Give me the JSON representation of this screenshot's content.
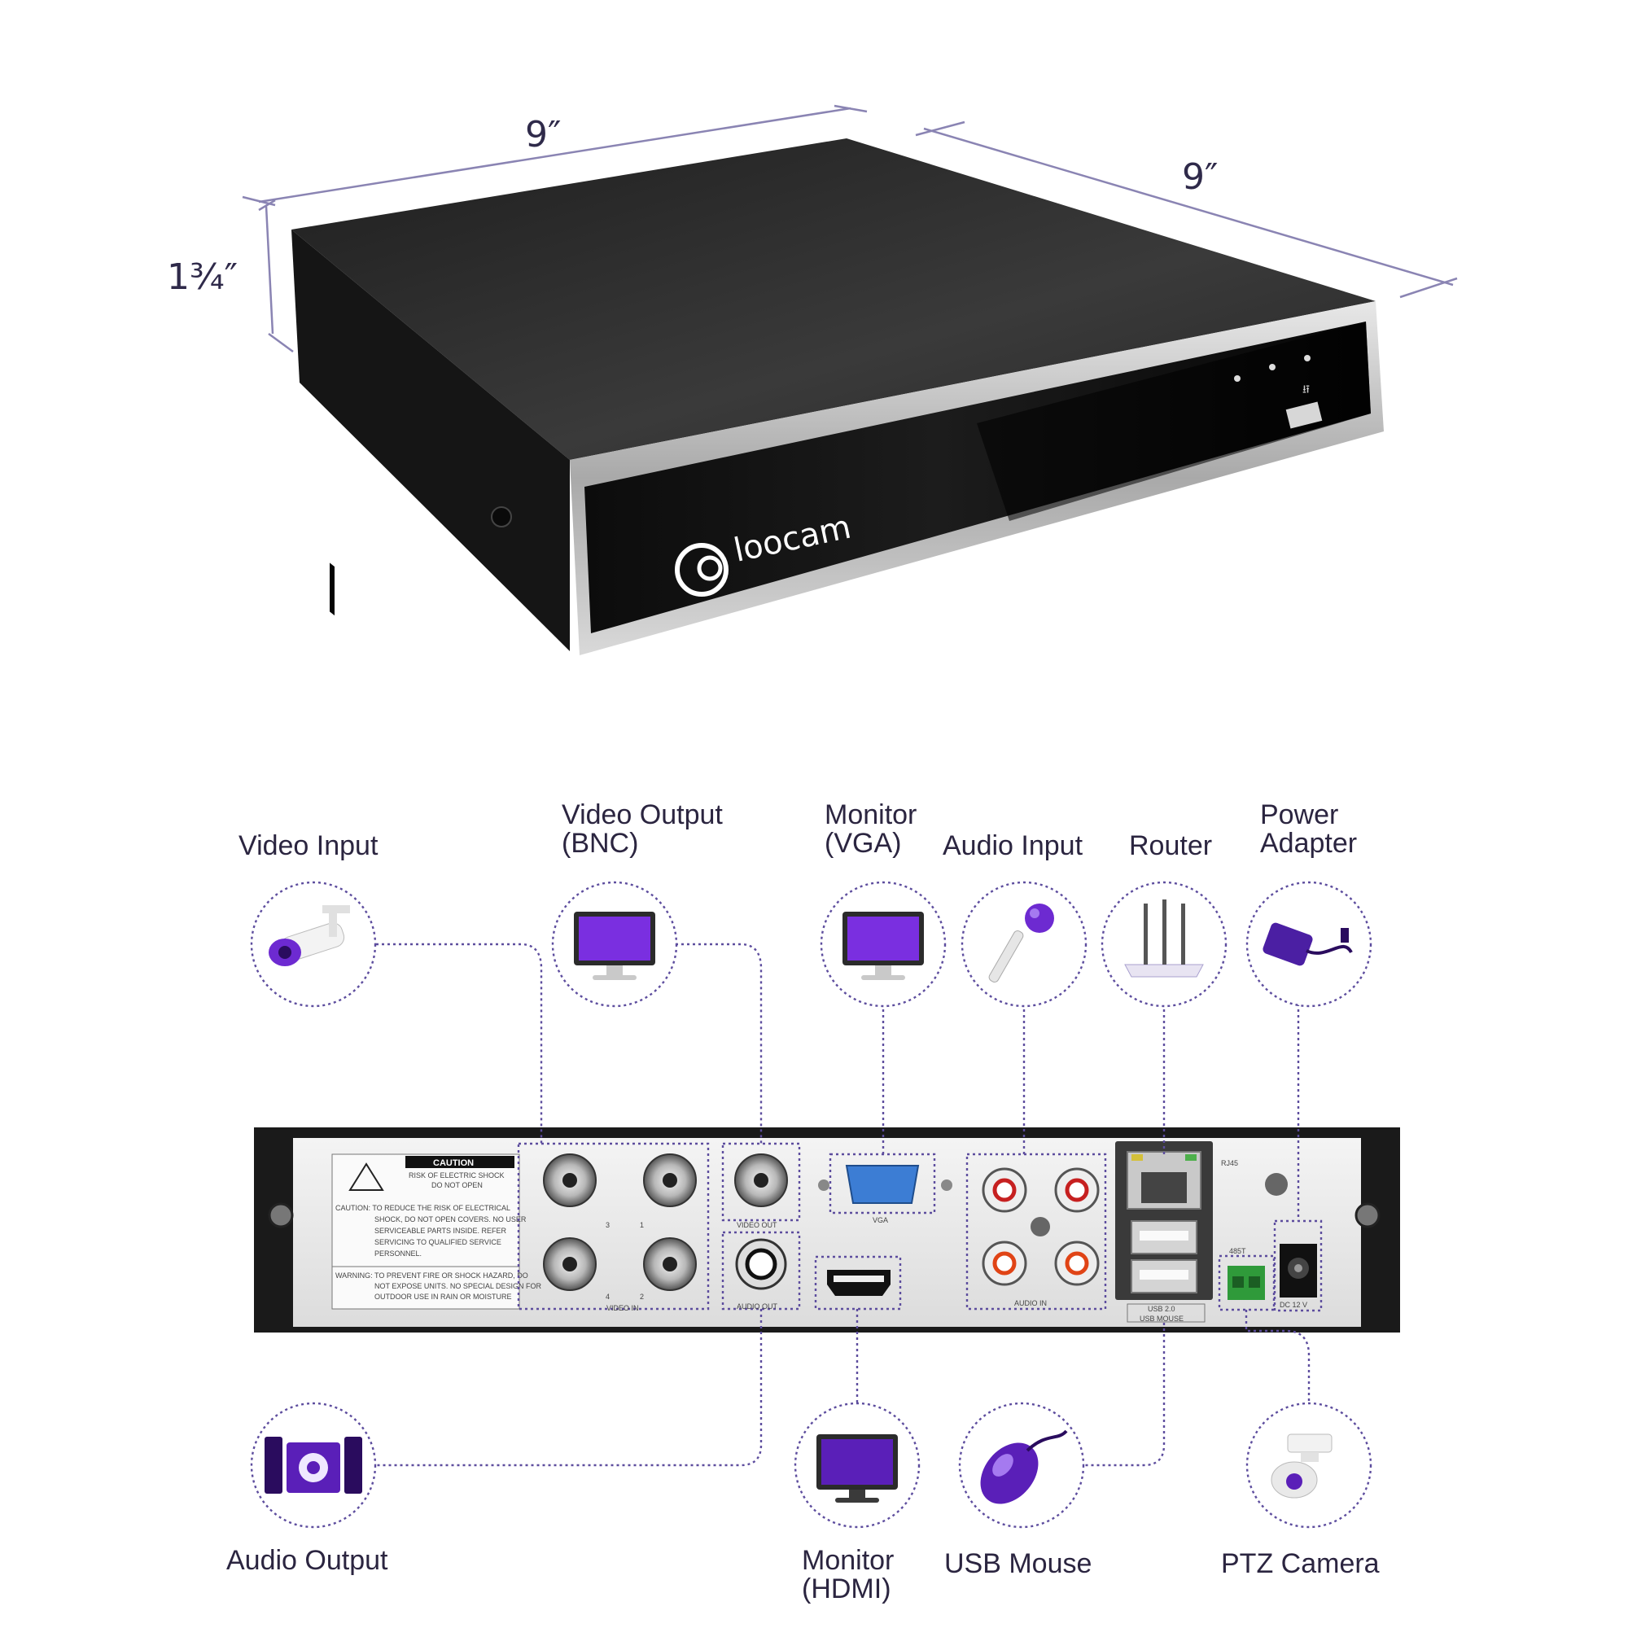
{
  "product": {
    "brand": "loocam",
    "dimensions": {
      "width": "9″",
      "depth": "9″",
      "height": "1¾″"
    }
  },
  "connections": [
    {
      "id": "video-input",
      "label": "Video Input",
      "icon": "bullet-camera-icon"
    },
    {
      "id": "video-output-bnc",
      "label": "Video Output\n(BNC)",
      "icon": "monitor-icon"
    },
    {
      "id": "monitor-vga",
      "label": "Monitor\n(VGA)",
      "icon": "monitor-icon"
    },
    {
      "id": "audio-input",
      "label": "Audio Input",
      "icon": "microphone-icon"
    },
    {
      "id": "router",
      "label": "Router",
      "icon": "router-icon"
    },
    {
      "id": "power-adapter",
      "label": "Power\nAdapter",
      "icon": "power-adapter-icon"
    },
    {
      "id": "audio-output",
      "label": "Audio Output",
      "icon": "speaker-icon"
    },
    {
      "id": "monitor-hdmi",
      "label": "Monitor\n(HDMI)",
      "icon": "monitor-icon"
    },
    {
      "id": "usb-mouse",
      "label": "USB Mouse",
      "icon": "mouse-icon"
    },
    {
      "id": "ptz-camera",
      "label": "PTZ Camera",
      "icon": "ptz-camera-icon"
    }
  ],
  "rear_panel": {
    "caution_title": "CAUTION",
    "caution_sub": [
      "RISK OF ELECTRIC SHOCK",
      "DO NOT OPEN"
    ],
    "caution_text": [
      "CAUTION: TO REDUCE THE RISK OF ELECTRICAL",
      "SHOCK, DO NOT OPEN COVERS. NO USER",
      "SERVICEABLE PARTS INSIDE. REFER",
      "SERVICING TO QUALIFIED SERVICE",
      "PERSONNEL."
    ],
    "warning_text": [
      "WARNING: TO PREVENT FIRE OR SHOCK HAZARD, DO",
      "NOT EXPOSE UNITS. NO SPECIAL DESIGN FOR",
      "OUTDOOR USE IN RAIN OR MOISTURE"
    ],
    "port_labels": {
      "video_in": "VIDEO IN",
      "video_out": "VIDEO OUT",
      "audio_out": "AUDIO OUT",
      "vga": "VGA",
      "audio_in": "AUDIO IN",
      "rj45": "RJ45",
      "usb": "USB 2.0",
      "usb_mouse": "USB MOUSE",
      "rs485": "485T",
      "rs485b": "485T",
      "dc": "DC 12 V"
    },
    "channel_numbers": [
      "3",
      "1",
      "4",
      "2"
    ]
  },
  "colors": {
    "accent": "#5d4d9e",
    "icon": "#5a1fb8",
    "label": "#2b2540"
  }
}
